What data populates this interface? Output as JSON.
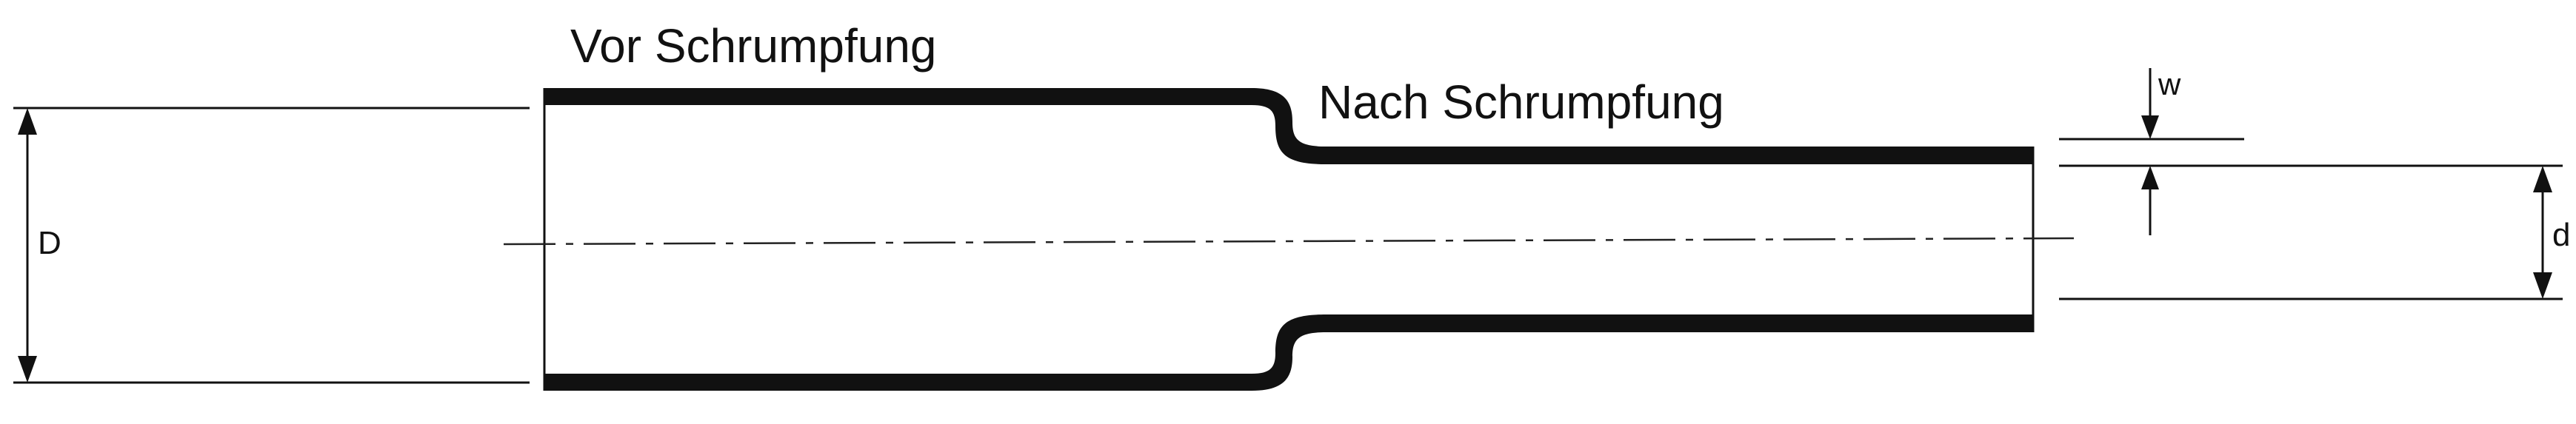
{
  "labels": {
    "before": "Vor Schrumpfung",
    "after": "Nach Schrumpfung",
    "outer_diameter": "D",
    "inner_diameter": "d",
    "wall": "w"
  },
  "colors": {
    "ink": "#111111",
    "background": "#ffffff"
  }
}
